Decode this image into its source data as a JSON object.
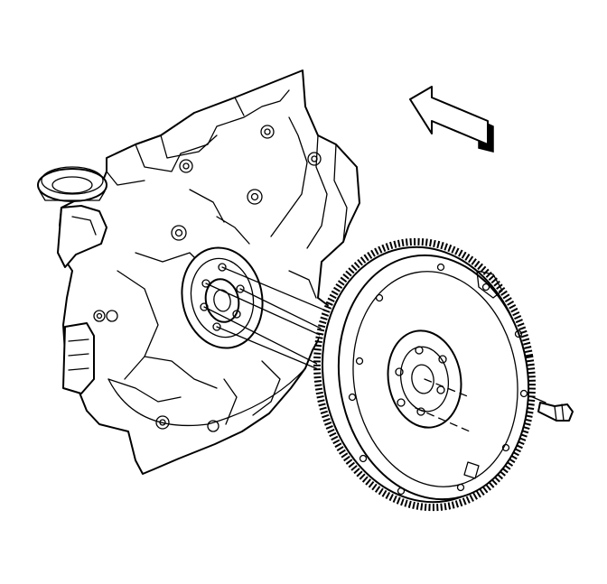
{
  "diagram": {
    "parts": [
      "engine-block",
      "crankshaft-flange",
      "flywheel",
      "ring-gear",
      "flywheel-bolt"
    ],
    "direction_arrow_icon": "front-direction-arrow-icon",
    "colors": {
      "line": "#000000",
      "background": "#ffffff"
    }
  }
}
